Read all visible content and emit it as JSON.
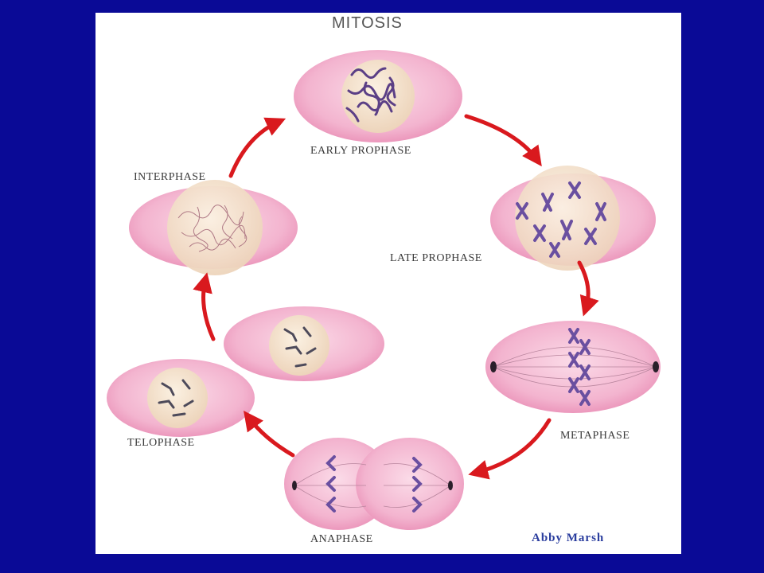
{
  "title": "MITOSIS",
  "credit": "Abby Marsh",
  "phases": {
    "early_prophase": "EARLY PROPHASE",
    "late_prophase": "LATE PROPHASE",
    "metaphase": "METAPHASE",
    "anaphase": "ANAPHASE",
    "telophase": "TELOPHASE",
    "interphase": "INTERPHASE"
  },
  "colors": {
    "background": "#0a0a96",
    "panel": "#ffffff",
    "cell": "#f3aac9",
    "nucleus": "#f4e1c8",
    "chromosome": "#6a4fa0",
    "arrow": "#d9191e",
    "credit_text": "#2a3d9e"
  }
}
